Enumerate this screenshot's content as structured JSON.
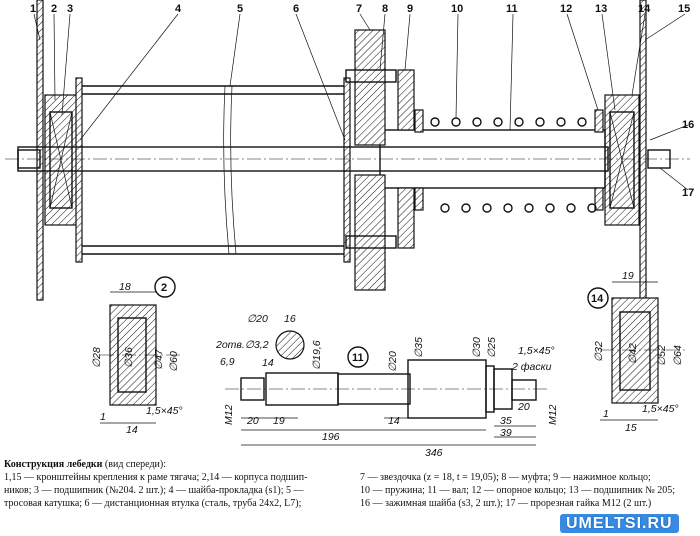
{
  "part_labels": [
    "1",
    "2",
    "3",
    "4",
    "5",
    "6",
    "7",
    "8",
    "9",
    "10",
    "11",
    "12",
    "13",
    "14",
    "15",
    "16",
    "17"
  ],
  "detail_2": {
    "id": "2",
    "width": "18",
    "d1": "∅28",
    "d2": "∅36",
    "d3": "∅47",
    "d4": "∅60",
    "a": "1",
    "b": "14",
    "chamfer": "1,5×45°"
  },
  "detail_14": {
    "id": "14",
    "width": "19",
    "d1": "∅32",
    "d2": "∅42",
    "d3": "∅52",
    "d4": "∅64",
    "a": "1",
    "b": "15",
    "chamfer": "1,5×45°"
  },
  "detail_11": {
    "id": "11",
    "section_d": "∅20",
    "section_w": "16",
    "holes": "2отв.∅3,2",
    "d_19_6": "∅19,6",
    "d20": "∅20",
    "d35": "∅35",
    "d30": "∅30",
    "d25": "∅25",
    "chamfer": "1,5×45°",
    "chamfer_note": "2 фаски",
    "l6_9": "6,9",
    "l14a": "14",
    "m12_left": "M12",
    "m12_right": "M12",
    "l20a": "20",
    "l19": "19",
    "l196": "196",
    "l14b": "14",
    "l346": "346",
    "l20b": "20",
    "l35": "35",
    "l39": "39"
  },
  "caption": {
    "title": "Конструкция лебедки",
    "subtitle": "(вид спереди):",
    "left_lines": [
      "1,15 — кронштейны крепления к раме тягача; 2,14 — корпуса подшип-",
      "ников; 3 — подшипник (№204. 2 шт.); 4 — шайба-прокладка (s1); 5 —",
      "тросовая  катушка; 6 — дистанционная  втулка (сталь, труба 24х2, L7);"
    ],
    "right_lines": [
      "7 — звездочка (z = 18, t = 19,05); 8 — муфта; 9 — нажимное кольцо;",
      "10 — пружина; 11 — вал; 12 — опорное кольцо; 13 — подшипник № 205;",
      "16 — зажимная шайба (s3, 2 шт.); 17 — прорезная гайка М12 (2 шт.)"
    ]
  },
  "watermark": "UMELTSI.RU"
}
